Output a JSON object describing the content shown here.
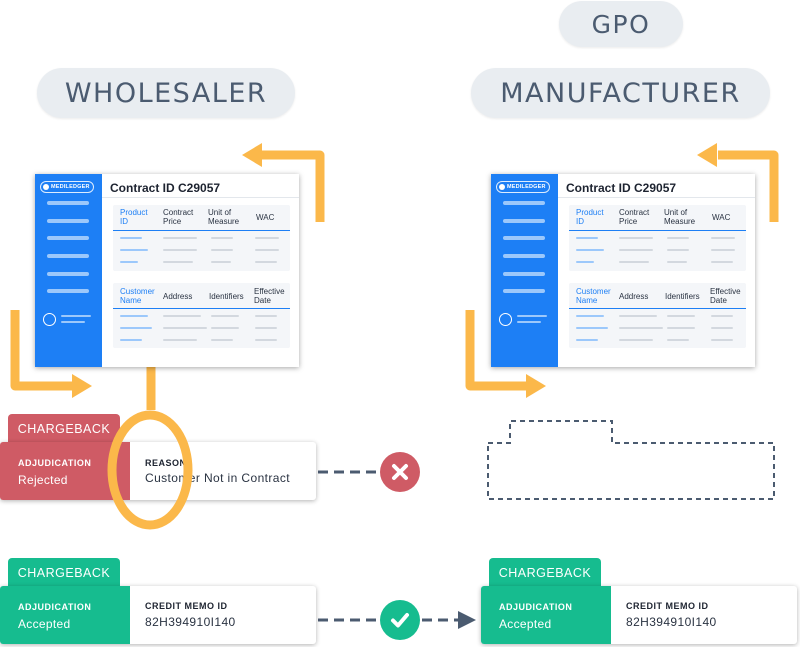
{
  "labels": {
    "gpo": "GPO",
    "wholesaler": "WHOLESALER",
    "manufacturer": "MANUFACTURER"
  },
  "app": {
    "logo": "MEDILEDGER",
    "title": "Contract ID C29057",
    "products_header": {
      "col1": "Product ID",
      "col2": "Contract Price",
      "col3": "Unit of Measure",
      "col4": "WAC"
    },
    "customers_header": {
      "col1": "Customer Name",
      "col2": "Address",
      "col3": "Identifiers",
      "col4": "Effective Date"
    }
  },
  "rejected": {
    "tab": "CHARGEBACK",
    "adjudication_label": "ADJUDICATION",
    "adjudication_value": "Rejected",
    "reason_label": "REASON",
    "reason_value": "Customer Not in Contract"
  },
  "accepted_left": {
    "tab": "CHARGEBACK",
    "adjudication_label": "ADJUDICATION",
    "adjudication_value": "Accepted",
    "memo_label": "CREDIT MEMO ID",
    "memo_value": "82H394910I140"
  },
  "accepted_right": {
    "tab": "CHARGEBACK",
    "adjudication_label": "ADJUDICATION",
    "adjudication_value": "Accepted",
    "memo_label": "CREDIT MEMO ID",
    "memo_value": "82H394910I140"
  },
  "colors": {
    "blue": "#1d7ff5",
    "orange": "#fbb84a",
    "red": "#cf5b65",
    "green": "#16bc8f",
    "pill": "#e9edf1",
    "arrow": "#4b5b70"
  },
  "icons": {
    "reject": "x-circle-icon",
    "accept": "check-circle-icon"
  }
}
